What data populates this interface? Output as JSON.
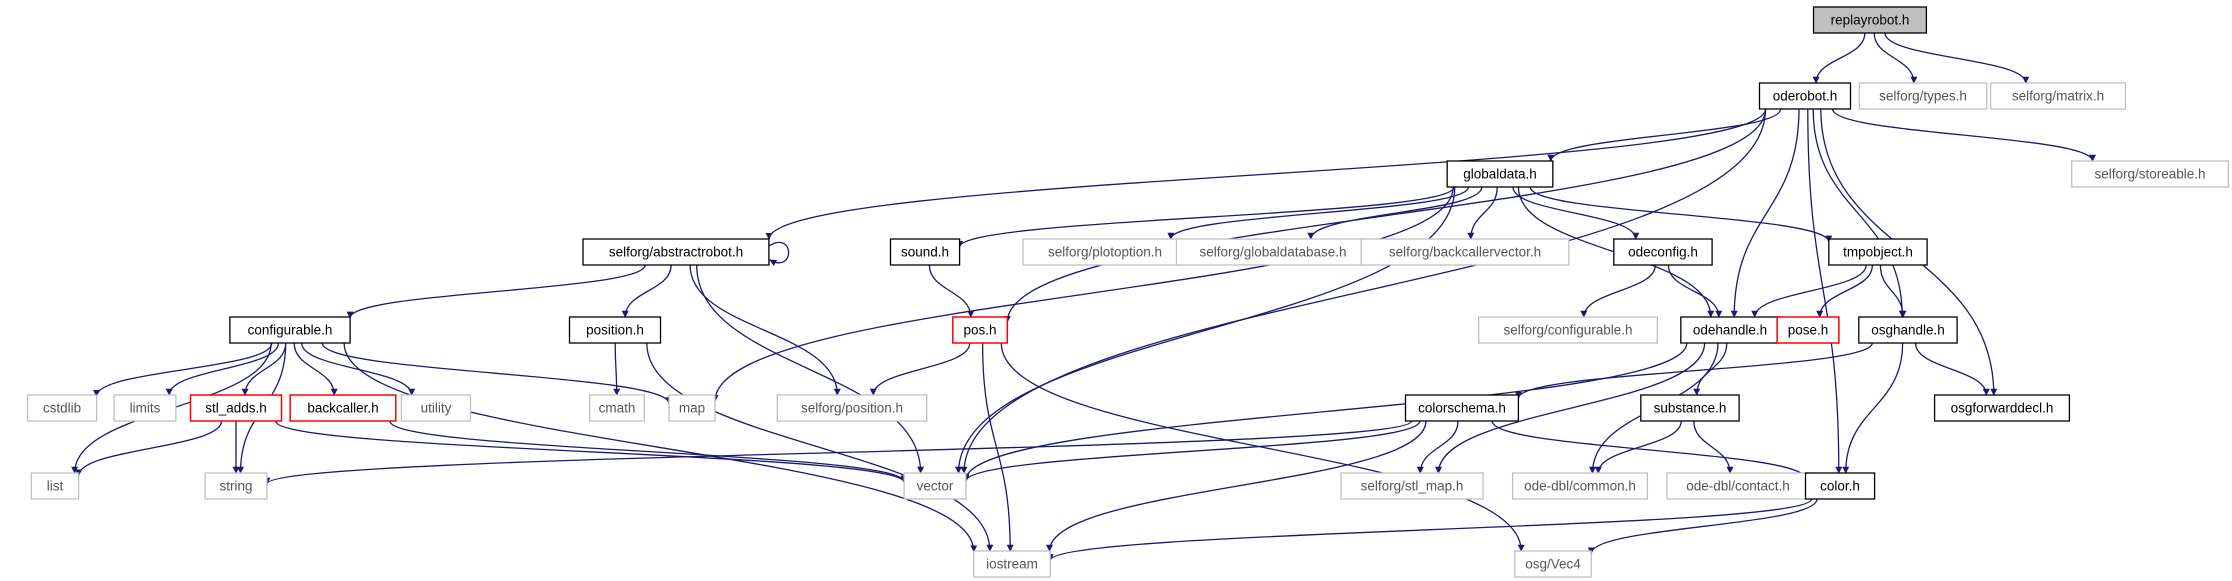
{
  "colors": {
    "edge": "#191970",
    "root_fill": "#bfbfbf",
    "documented_border": "#000000",
    "missing_border": "#bfbfbf",
    "incomplete_border": "#ff0000"
  },
  "nodes": [
    {
      "id": "replayrobot",
      "label": "replayrobot.h",
      "kind": "root"
    },
    {
      "id": "oderobot",
      "label": "oderobot.h",
      "kind": "normal"
    },
    {
      "id": "types",
      "label": "selforg/types.h",
      "kind": "missing"
    },
    {
      "id": "matrix",
      "label": "selforg/matrix.h",
      "kind": "missing"
    },
    {
      "id": "storeable",
      "label": "selforg/storeable.h",
      "kind": "missing"
    },
    {
      "id": "globaldata",
      "label": "globaldata.h",
      "kind": "normal"
    },
    {
      "id": "abstractrobot",
      "label": "selforg/abstractrobot.h",
      "kind": "normal"
    },
    {
      "id": "sound",
      "label": "sound.h",
      "kind": "normal"
    },
    {
      "id": "plotoption",
      "label": "selforg/plotoption.h",
      "kind": "missing"
    },
    {
      "id": "globaldatabase",
      "label": "selforg/globaldatabase.h",
      "kind": "missing"
    },
    {
      "id": "backcallervector",
      "label": "selforg/backcallervector.h",
      "kind": "missing"
    },
    {
      "id": "odeconfig",
      "label": "odeconfig.h",
      "kind": "normal"
    },
    {
      "id": "tmpobject",
      "label": "tmpobject.h",
      "kind": "normal"
    },
    {
      "id": "configurable",
      "label": "configurable.h",
      "kind": "normal"
    },
    {
      "id": "position",
      "label": "position.h",
      "kind": "normal"
    },
    {
      "id": "pos",
      "label": "pos.h",
      "kind": "incomplete"
    },
    {
      "id": "sconfigurable",
      "label": "selforg/configurable.h",
      "kind": "missing"
    },
    {
      "id": "odehandle",
      "label": "odehandle.h",
      "kind": "normal"
    },
    {
      "id": "pose",
      "label": "pose.h",
      "kind": "incomplete"
    },
    {
      "id": "osghandle",
      "label": "osghandle.h",
      "kind": "normal"
    },
    {
      "id": "cstdlib",
      "label": "cstdlib",
      "kind": "missing"
    },
    {
      "id": "limits",
      "label": "limits",
      "kind": "missing"
    },
    {
      "id": "stl_adds",
      "label": "stl_adds.h",
      "kind": "incomplete"
    },
    {
      "id": "backcaller",
      "label": "backcaller.h",
      "kind": "incomplete"
    },
    {
      "id": "utility",
      "label": "utility",
      "kind": "missing"
    },
    {
      "id": "cmath",
      "label": "cmath",
      "kind": "missing"
    },
    {
      "id": "map",
      "label": "map",
      "kind": "missing"
    },
    {
      "id": "sposition",
      "label": "selforg/position.h",
      "kind": "missing"
    },
    {
      "id": "colorschema",
      "label": "colorschema.h",
      "kind": "normal"
    },
    {
      "id": "substance",
      "label": "substance.h",
      "kind": "normal"
    },
    {
      "id": "osgforwarddecl",
      "label": "osgforwarddecl.h",
      "kind": "normal"
    },
    {
      "id": "list",
      "label": "list",
      "kind": "missing"
    },
    {
      "id": "string",
      "label": "string",
      "kind": "missing"
    },
    {
      "id": "vector",
      "label": "vector",
      "kind": "missing"
    },
    {
      "id": "stl_map",
      "label": "selforg/stl_map.h",
      "kind": "missing"
    },
    {
      "id": "common",
      "label": "ode-dbl/common.h",
      "kind": "missing"
    },
    {
      "id": "contact",
      "label": "ode-dbl/contact.h",
      "kind": "missing"
    },
    {
      "id": "color",
      "label": "color.h",
      "kind": "normal"
    },
    {
      "id": "iostream",
      "label": "iostream",
      "kind": "missing"
    },
    {
      "id": "vec4",
      "label": "osg/Vec4",
      "kind": "missing"
    }
  ],
  "edges": [
    [
      "replayrobot",
      "oderobot"
    ],
    [
      "replayrobot",
      "types"
    ],
    [
      "replayrobot",
      "matrix"
    ],
    [
      "oderobot",
      "globaldata"
    ],
    [
      "oderobot",
      "abstractrobot"
    ],
    [
      "oderobot",
      "storeable"
    ],
    [
      "oderobot",
      "vector"
    ],
    [
      "oderobot",
      "pos"
    ],
    [
      "oderobot",
      "odehandle"
    ],
    [
      "oderobot",
      "osghandle"
    ],
    [
      "oderobot",
      "osgforwarddecl"
    ],
    [
      "oderobot",
      "color"
    ],
    [
      "globaldata",
      "sound"
    ],
    [
      "globaldata",
      "plotoption"
    ],
    [
      "globaldata",
      "globaldatabase"
    ],
    [
      "globaldata",
      "backcallervector"
    ],
    [
      "globaldata",
      "odeconfig"
    ],
    [
      "globaldata",
      "tmpobject"
    ],
    [
      "globaldata",
      "odehandle"
    ],
    [
      "globaldata",
      "map"
    ],
    [
      "globaldata",
      "vector"
    ],
    [
      "abstractrobot",
      "abstractrobot"
    ],
    [
      "abstractrobot",
      "configurable"
    ],
    [
      "abstractrobot",
      "position"
    ],
    [
      "abstractrobot",
      "sposition"
    ],
    [
      "abstractrobot",
      "vector"
    ],
    [
      "sound",
      "pos"
    ],
    [
      "odeconfig",
      "sconfigurable"
    ],
    [
      "odeconfig",
      "odehandle"
    ],
    [
      "tmpobject",
      "pose"
    ],
    [
      "tmpobject",
      "osghandle"
    ],
    [
      "tmpobject",
      "odehandle"
    ],
    [
      "configurable",
      "cstdlib"
    ],
    [
      "configurable",
      "limits"
    ],
    [
      "configurable",
      "stl_adds"
    ],
    [
      "configurable",
      "backcaller"
    ],
    [
      "configurable",
      "utility"
    ],
    [
      "configurable",
      "map"
    ],
    [
      "configurable",
      "list"
    ],
    [
      "configurable",
      "string"
    ],
    [
      "configurable",
      "iostream"
    ],
    [
      "position",
      "cmath"
    ],
    [
      "position",
      "iostream"
    ],
    [
      "pos",
      "sposition"
    ],
    [
      "pos",
      "iostream"
    ],
    [
      "pos",
      "vec4"
    ],
    [
      "odehandle",
      "substance"
    ],
    [
      "odehandle",
      "stl_map"
    ],
    [
      "odehandle",
      "common"
    ],
    [
      "odehandle",
      "vector"
    ],
    [
      "osghandle",
      "colorschema"
    ],
    [
      "osghandle",
      "osgforwarddecl"
    ],
    [
      "osghandle",
      "color"
    ],
    [
      "stl_adds",
      "list"
    ],
    [
      "stl_adds",
      "string"
    ],
    [
      "stl_adds",
      "vector"
    ],
    [
      "backcaller",
      "vector"
    ],
    [
      "colorschema",
      "stl_map"
    ],
    [
      "colorschema",
      "vector"
    ],
    [
      "colorschema",
      "string"
    ],
    [
      "colorschema",
      "color"
    ],
    [
      "colorschema",
      "iostream"
    ],
    [
      "substance",
      "common"
    ],
    [
      "substance",
      "contact"
    ],
    [
      "color",
      "iostream"
    ],
    [
      "color",
      "vec4"
    ]
  ]
}
